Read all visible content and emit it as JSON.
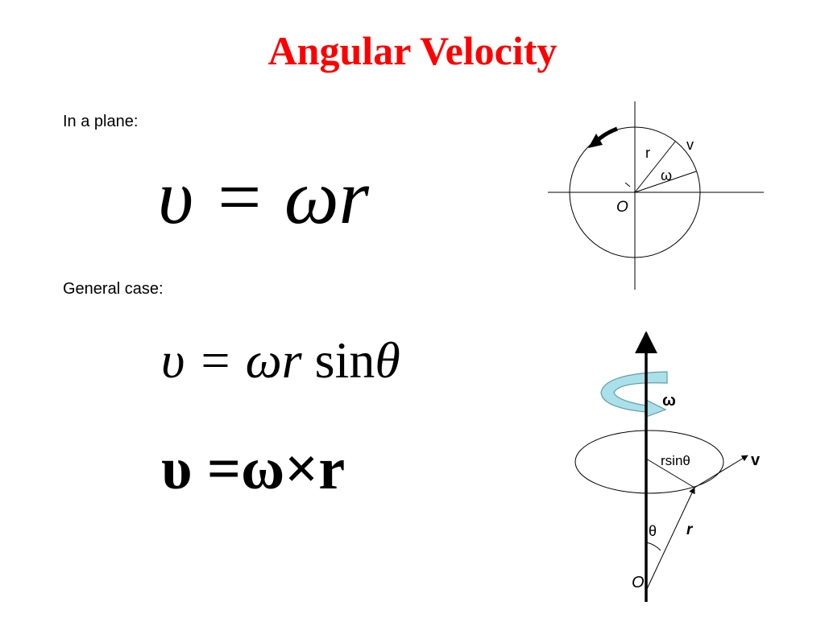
{
  "slide": {
    "title": "Angular Velocity",
    "caption_plane": "In a plane:",
    "caption_general": "General case:"
  },
  "equations": {
    "plane": "υ = ωr",
    "general_lhs": "υ = ωr",
    "general_fn": "sin",
    "general_arg": "θ",
    "vector": "υ =ω×r"
  },
  "diagram_plane": {
    "label_r": "r",
    "label_v": "v",
    "label_omega": "ω",
    "label_origin": "O"
  },
  "diagram_general": {
    "label_omega": "ω",
    "label_rsin": "rsinθ",
    "label_v": "v",
    "label_theta": "θ",
    "label_r": "r",
    "label_origin": "O"
  },
  "colors": {
    "title": "#ff0000",
    "arrow_fill": "#a9e0ea",
    "arrow_stroke": "#5f9ea8"
  }
}
